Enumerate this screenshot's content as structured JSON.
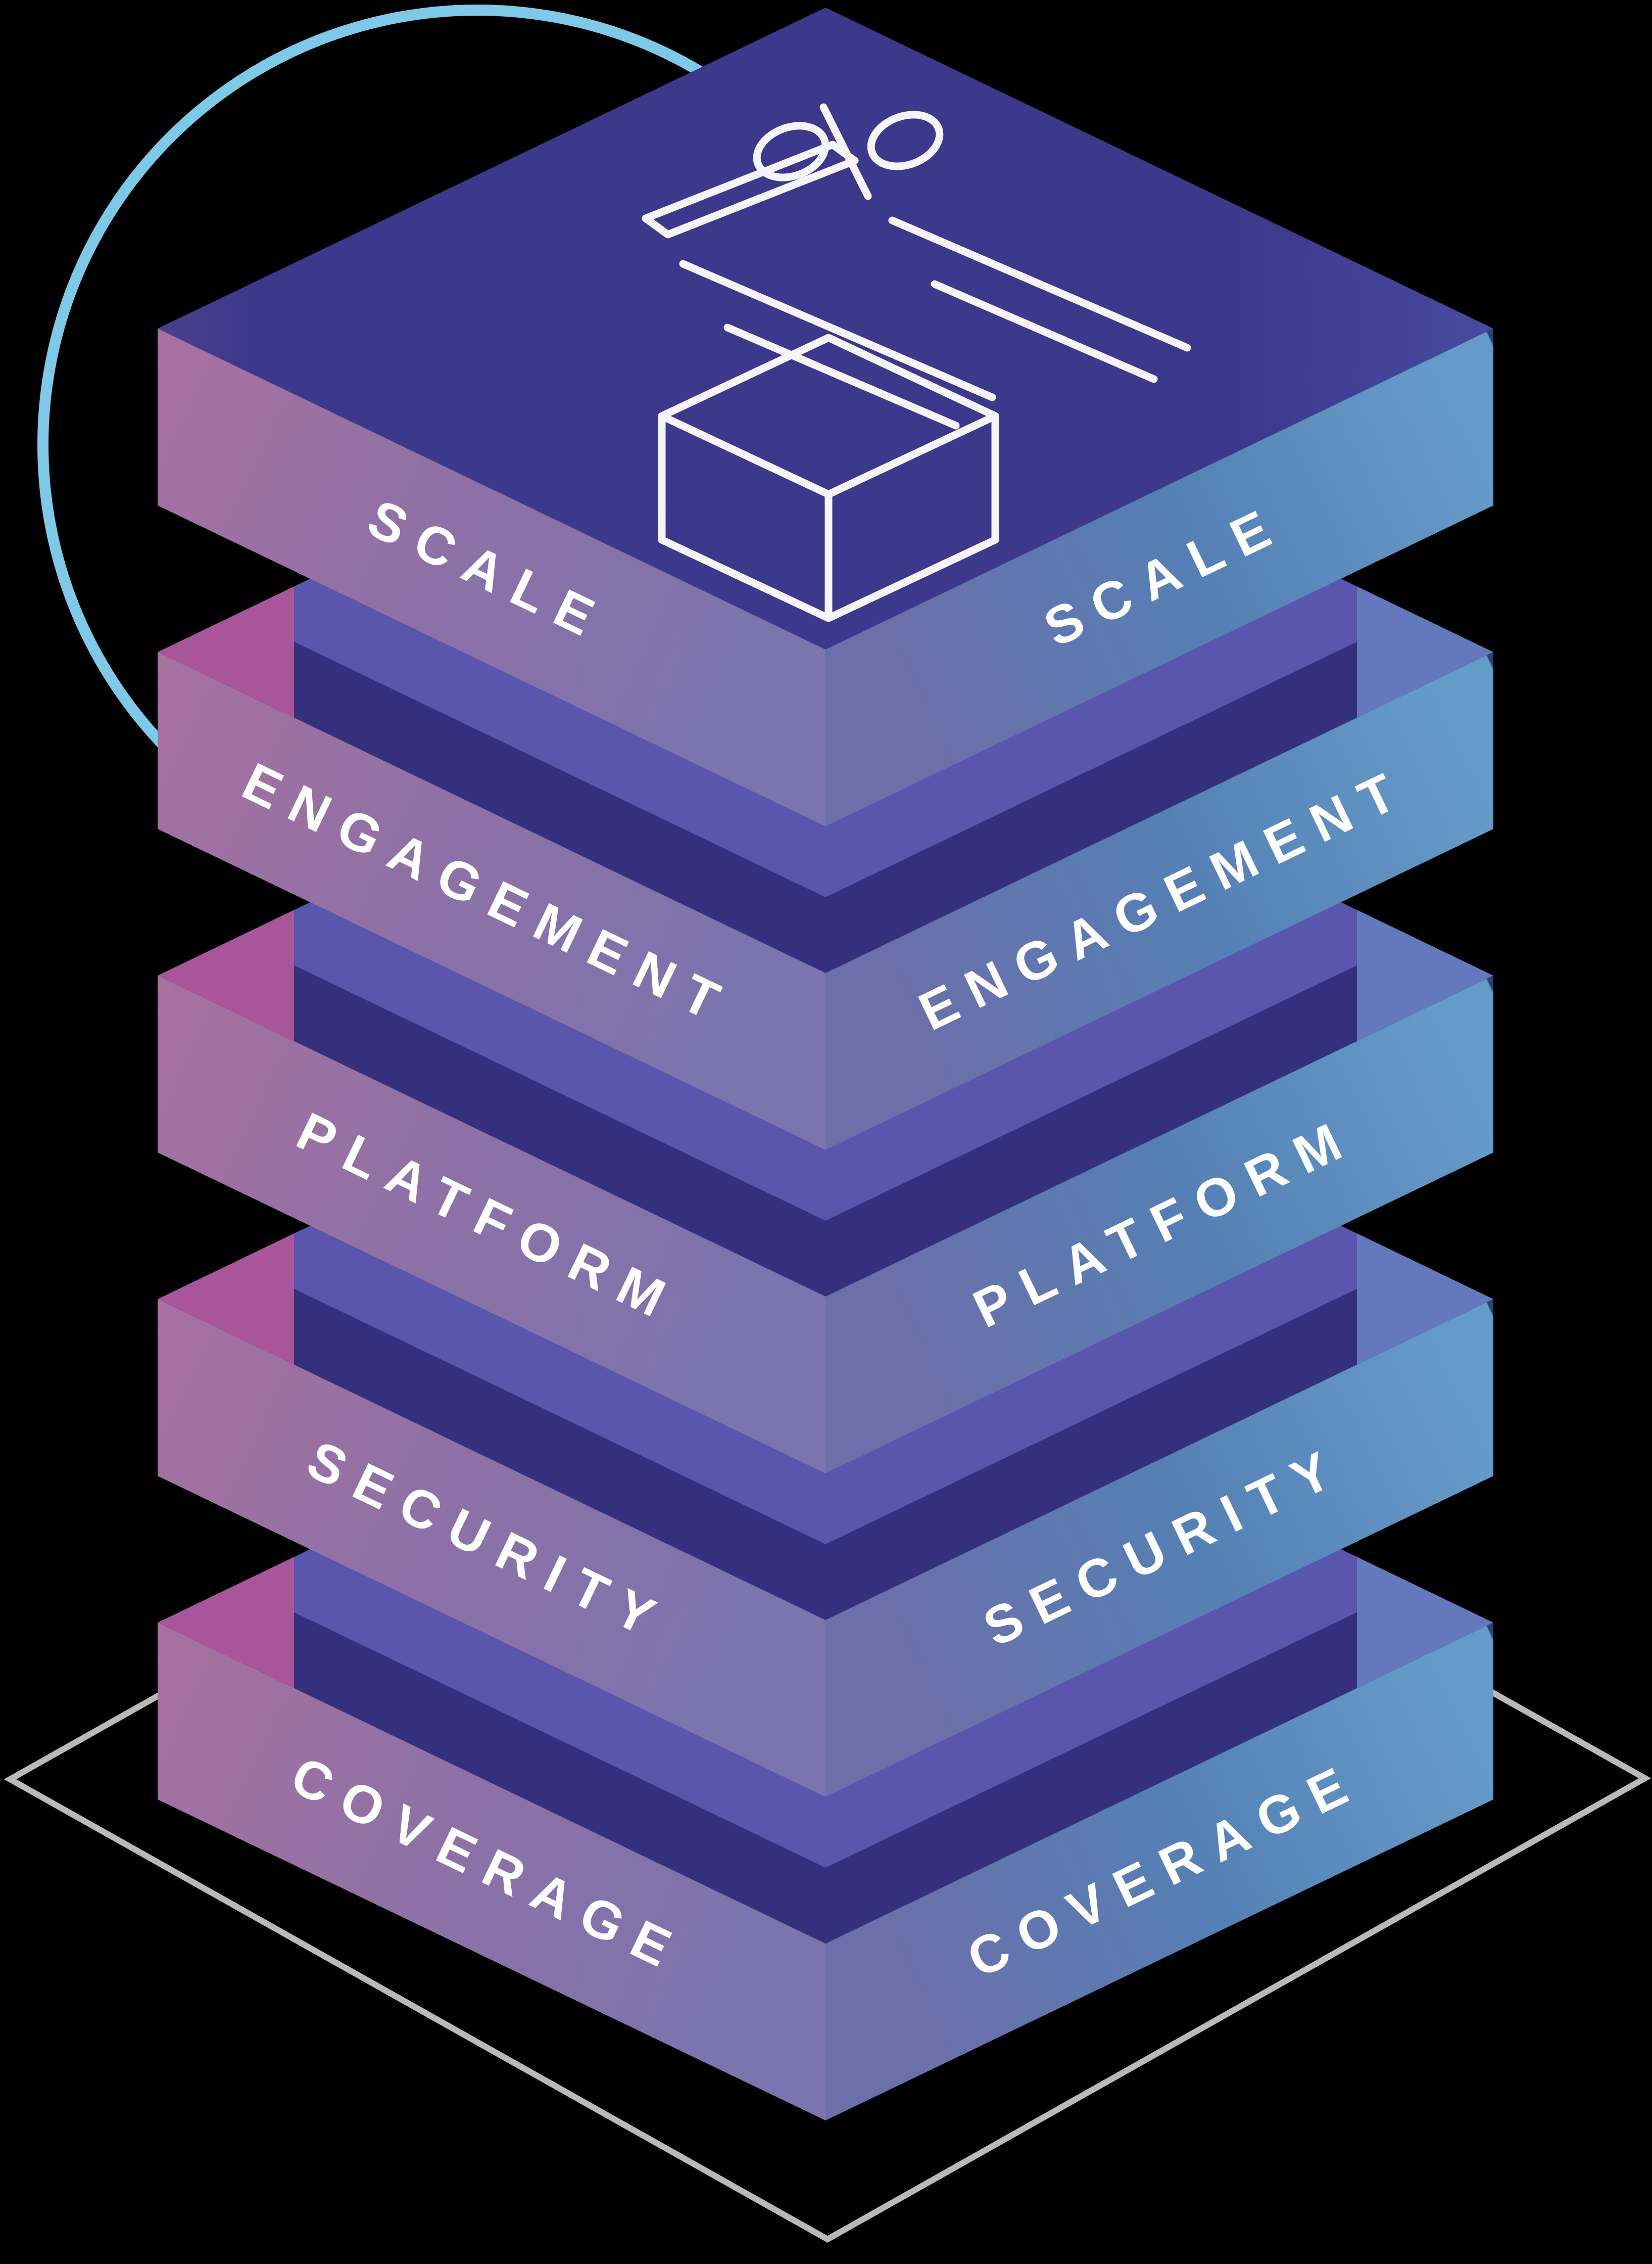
{
  "illustration": {
    "type": "isometric-stack-diagram",
    "layers": [
      {
        "label": "SCALE"
      },
      {
        "label": "ENGAGEMENT"
      },
      {
        "label": "PLATFORM"
      },
      {
        "label": "SECURITY"
      },
      {
        "label": "COVERAGE"
      }
    ],
    "icon": {
      "name": "analytics-bar-chart-percent-cube",
      "percent_symbol": "%"
    },
    "colors": {
      "background": "#000000",
      "arc_blue": "#7fc9e8",
      "floor_outline": "#b9b9b9",
      "top_face_dark": "#3c388b",
      "top_face_corner": "#4c3f8d",
      "top_face_light": "#474aa0",
      "sliver_dark": "#34307e",
      "band_periwinkle": "#5a55ad",
      "corner_pink": "#a8559b",
      "corner_blue": "#6479bd",
      "left_face_pink": "#a8719f",
      "left_face_mid": "#8e71a6",
      "left_face_slate": "#7b74ae",
      "right_face_slate": "#6b6faa",
      "right_face_steel": "#5580b5",
      "right_face_light": "#659bc9",
      "right_edge_dark": "#27456e",
      "label_text": "#ffffff",
      "icon_stroke": "#ffffff"
    }
  }
}
